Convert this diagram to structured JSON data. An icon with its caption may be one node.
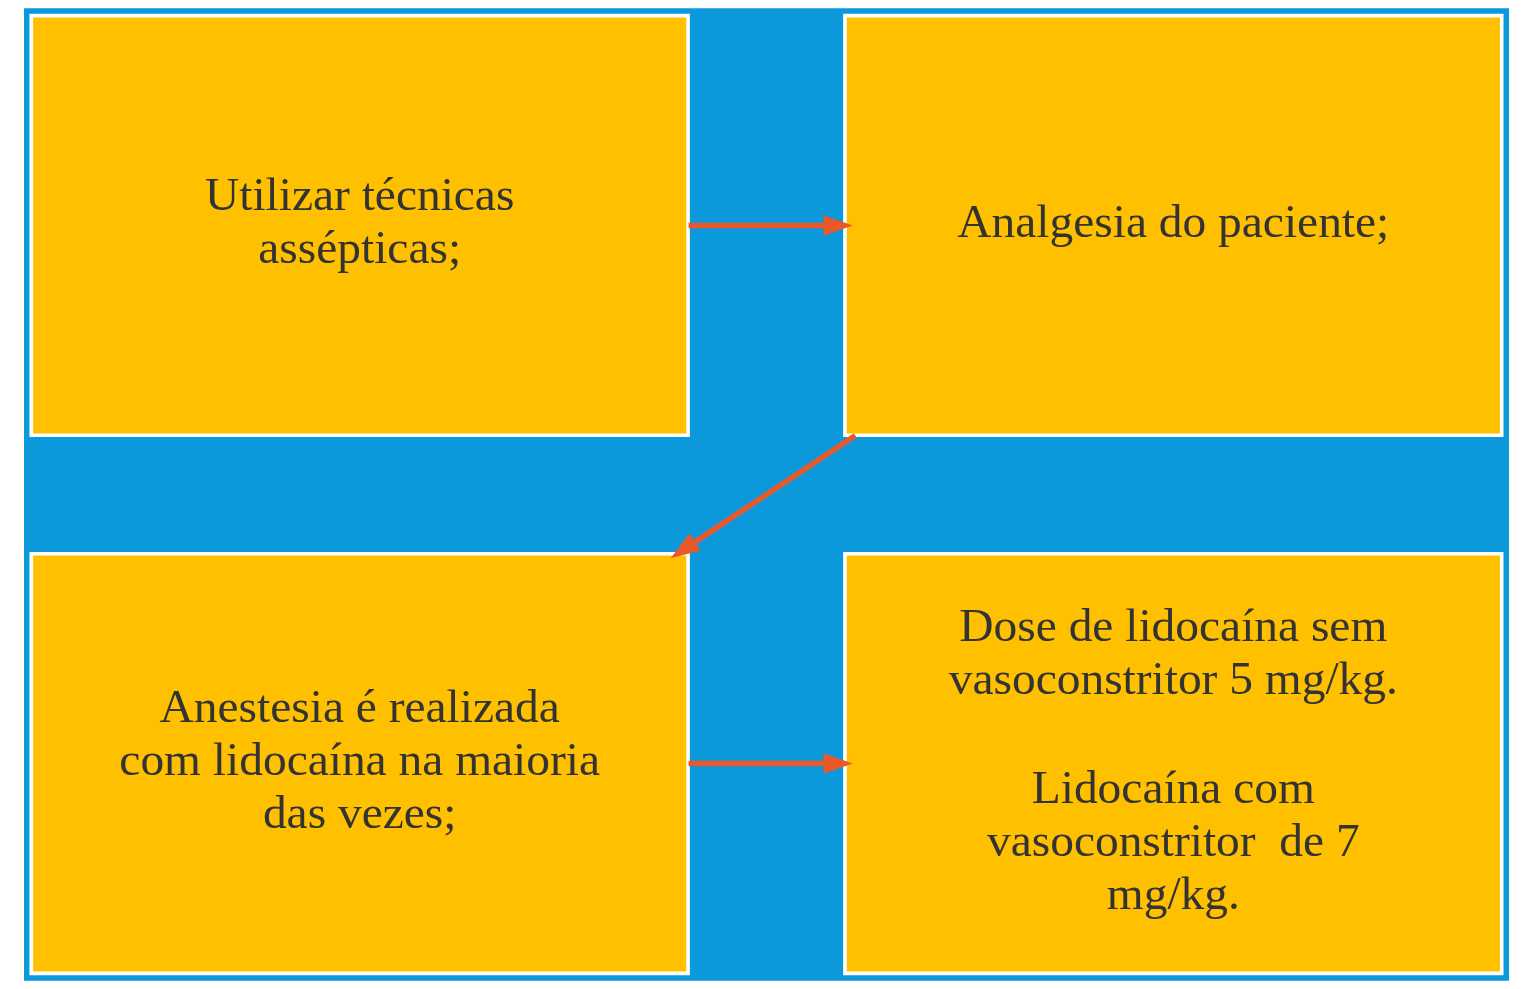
{
  "diagram": {
    "nodes": [
      {
        "text": [
          "Utilizar técnicas assépticas;"
        ]
      },
      {
        "text": [
          "Analgesia do paciente;"
        ]
      },
      {
        "text": [
          "Anestesia é realizada com lidocaína na maioria das vezes;"
        ]
      },
      {
        "text": [
          "Dose de lidocaína sem vasoconstritor 5 mg/kg.",
          "Lidocaína com vasoconstritor  de 7 mg/kg."
        ]
      }
    ],
    "edges": [
      {
        "from": 0,
        "to": 1,
        "arrow": "to"
      },
      {
        "from": 1,
        "to": 2,
        "arrow": "to"
      },
      {
        "from": 2,
        "to": 3,
        "arrow": "to"
      }
    ]
  }
}
